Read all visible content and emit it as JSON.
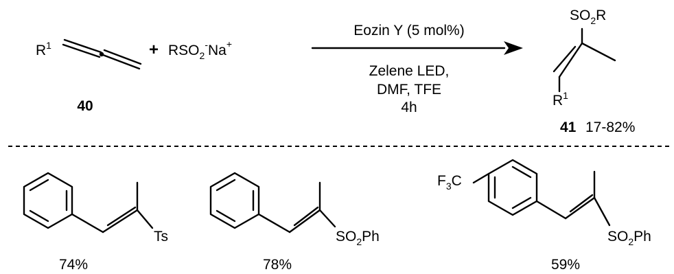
{
  "reaction": {
    "allene": {
      "r_group": "R",
      "r_sup": "1",
      "compound_number": "40"
    },
    "plus": "+",
    "sulfinate": {
      "a": "RSO",
      "sub": "2",
      "sup_minus": "-",
      "b": "Na",
      "sup_plus": "+"
    },
    "conditions": {
      "above": "Eozin Y (5 mol%)",
      "below_1": "Zelene LED,",
      "below_2": "DMF, TFE",
      "below_3": "4h"
    },
    "product": {
      "sulfonyl_a": "SO",
      "sulfonyl_sub": "2",
      "sulfonyl_b": "R",
      "r_group": "R",
      "r_sup": "1",
      "compound_number": "41",
      "yield_range": "17-82%"
    }
  },
  "examples": [
    {
      "substituent": "Ts",
      "yield": "74%"
    },
    {
      "substituent_a": "SO",
      "substituent_sub": "2",
      "substituent_b": "Ph",
      "yield": "78%"
    },
    {
      "aryl_a": "F",
      "aryl_sub": "3",
      "aryl_b": "C",
      "substituent_a": "SO",
      "substituent_sub": "2",
      "substituent_b": "Ph",
      "yield": "59%"
    }
  ]
}
